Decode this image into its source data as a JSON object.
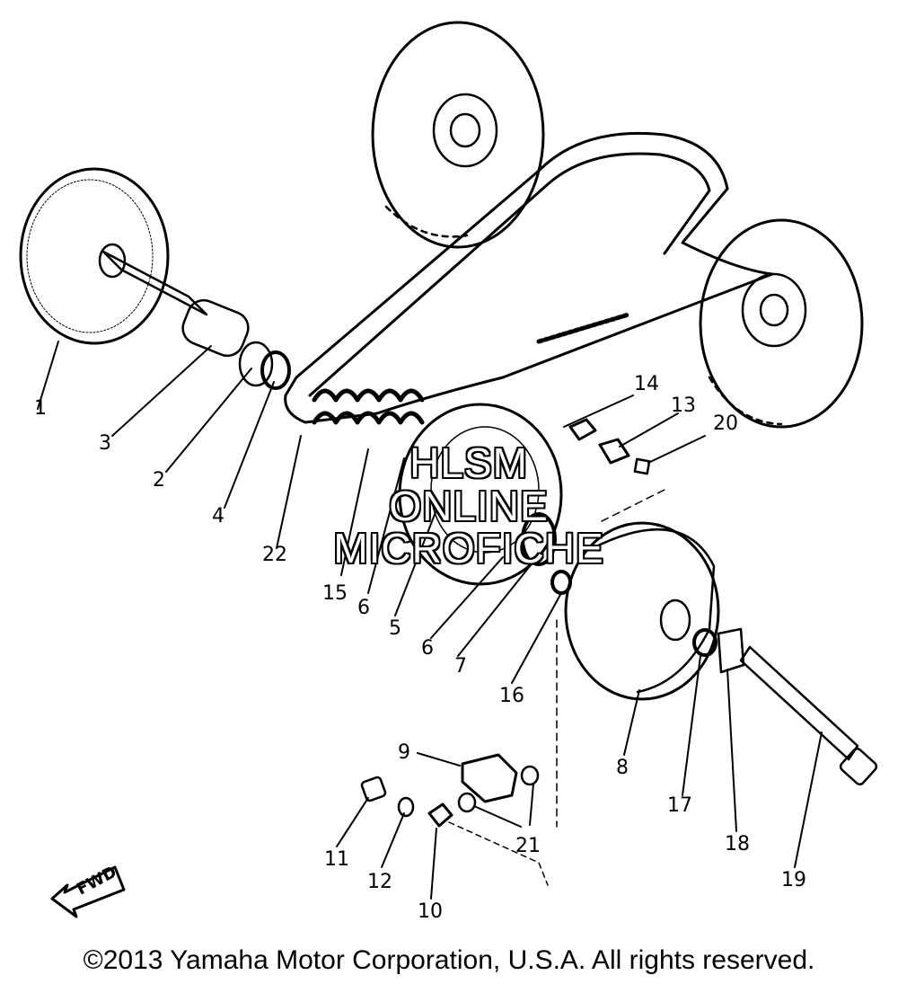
{
  "callouts": [
    "1",
    "2",
    "3",
    "4",
    "5",
    "6",
    "6",
    "7",
    "8",
    "9",
    "10",
    "11",
    "12",
    "13",
    "14",
    "15",
    "16",
    "17",
    "18",
    "19",
    "20",
    "21",
    "22"
  ],
  "watermark": [
    "HLSM",
    "ONLINE",
    "MICROFICHE"
  ],
  "fwd_label": "FWD",
  "copyright": "©2013 Yamaha Motor Corporation, U.S.A. All rights reserved."
}
